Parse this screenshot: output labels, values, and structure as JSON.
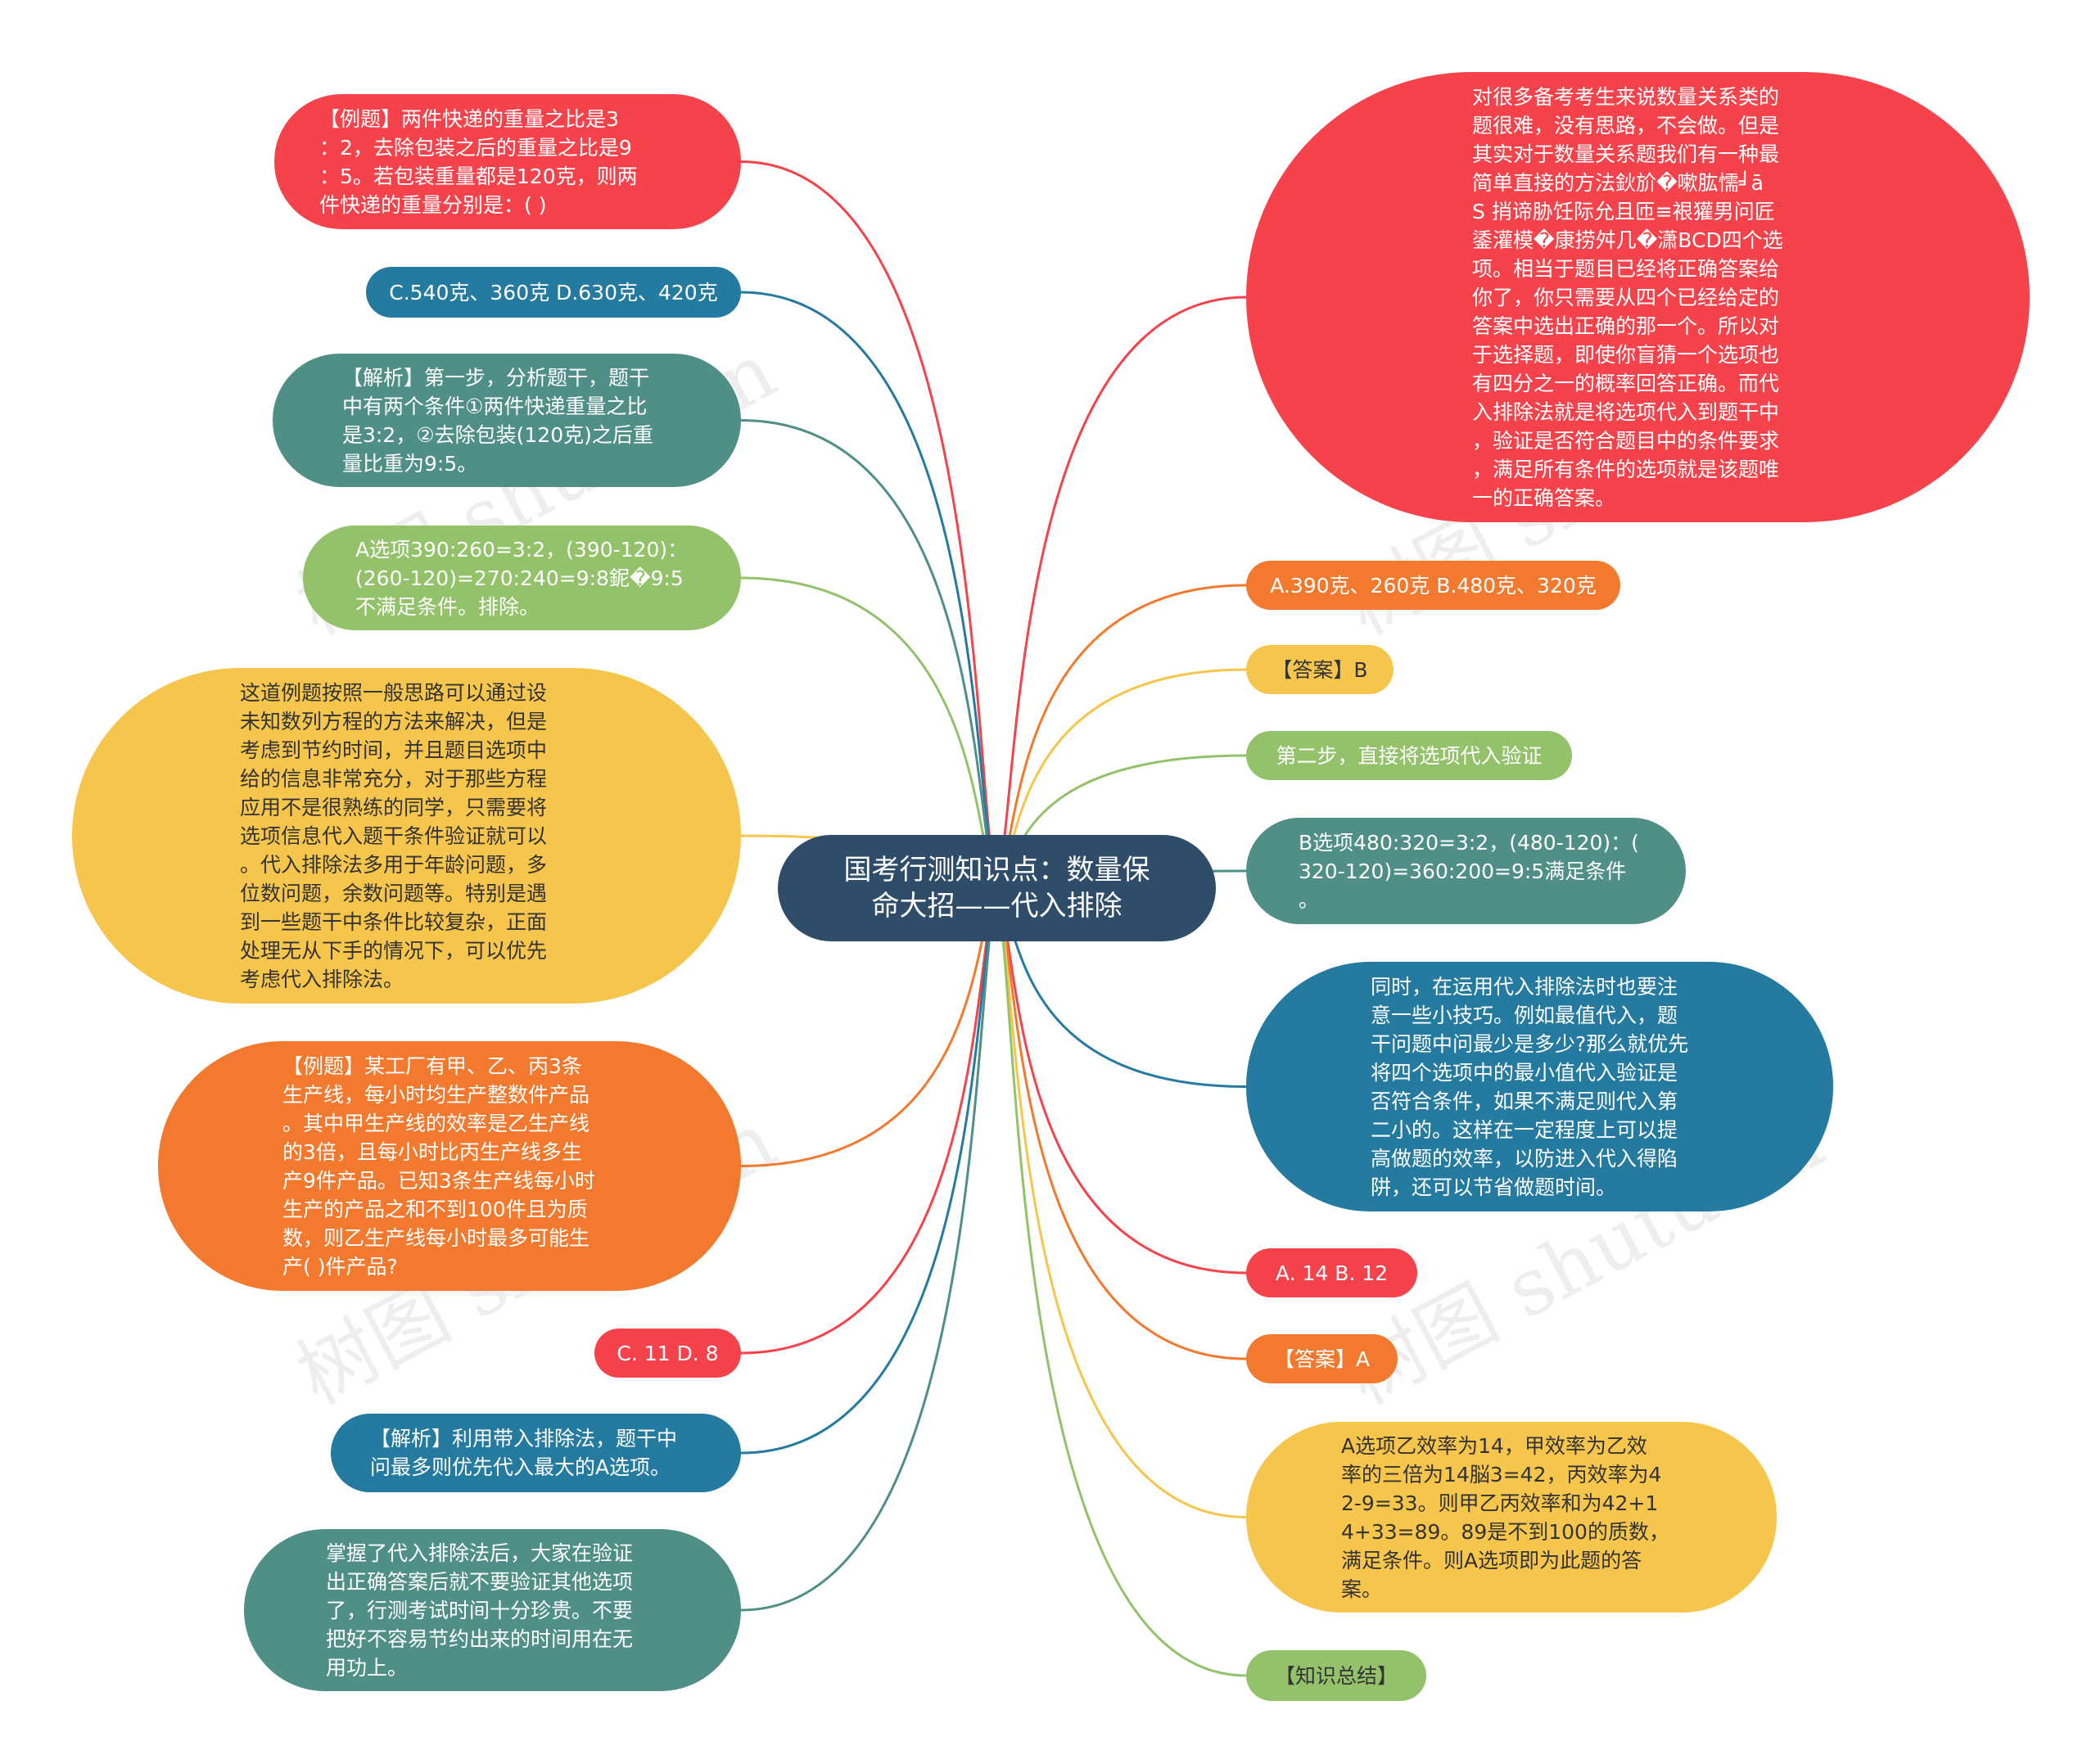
{
  "root": {
    "text": "国考行测知识点：数量保\n命大招——代入排除"
  },
  "colors": {
    "root": "#2f4d69",
    "red": "#f6434b",
    "orange": "#f3792f",
    "yellow": "#f6c54c",
    "lightgreen": "#93c26a",
    "teal": "#4f8f88",
    "blue": "#257a9f"
  },
  "watermark": [
    "树图 shutu.cn",
    "树图 shutu.cn",
    "树图 shutu.cn",
    "树图 shutu.cn"
  ],
  "left_nodes": [
    {
      "id": "l1",
      "color": "red",
      "text": "【例题】两件快递的重量之比是3\n：2，去除包装之后的重量之比是9\n：5。若包装重量都是120克，则两\n件快递的重量分别是：( )"
    },
    {
      "id": "l2",
      "color": "blue",
      "text": "C.540克、360克 D.630克、420克"
    },
    {
      "id": "l3",
      "color": "teal",
      "text": "【解析】第一步，分析题干，题干\n中有两个条件①两件快递重量之比\n是3:2，②去除包装(120克)之后重\n量比重为9:5。"
    },
    {
      "id": "l4",
      "color": "lightgreen",
      "text": "A选项390:260=3:2，(390-120)：\n(260-120)=270:240=9:8鈮�9:5\n不满足条件。排除。"
    },
    {
      "id": "l5",
      "color": "yellow",
      "text": "这道例题按照一般思路可以通过设\n未知数列方程的方法来解决，但是\n考虑到节约时间，并且题目选项中\n给的信息非常充分，对于那些方程\n应用不是很熟练的同学，只需要将\n选项信息代入题干条件验证就可以\n。代入排除法多用于年龄问题，多\n位数问题，余数问题等。特别是遇\n到一些题干中条件比较复杂，正面\n处理无从下手的情况下，可以优先\n考虑代入排除法。"
    },
    {
      "id": "l6",
      "color": "orange",
      "text": "【例题】某工厂有甲、乙、丙3条\n生产线，每小时均生产整数件产品\n。其中甲生产线的效率是乙生产线\n的3倍，且每小时比丙生产线多生\n产9件产品。已知3条生产线每小时\n生产的产品之和不到100件且为质\n数，则乙生产线每小时最多可能生\n产( )件产品?"
    },
    {
      "id": "l7",
      "color": "red",
      "text": "C. 11 D. 8"
    },
    {
      "id": "l8",
      "color": "blue",
      "text": "【解析】利用带入排除法，题干中\n问最多则优先代入最大的A选项。"
    },
    {
      "id": "l9",
      "color": "teal",
      "text": "掌握了代入排除法后，大家在验证\n出正确答案后就不要验证其他选项\n了，行测考试时间十分珍贵。不要\n把好不容易节约出来的时间用在无\n用功上。"
    }
  ],
  "right_nodes": [
    {
      "id": "r1",
      "color": "red",
      "text": "对很多备考考生来说数量关系类的\n题很难，没有思路，不会做。但是\n其实对于数量关系题我们有一种最\n简单直接的方法鈥斺�嗽肱懦╛ā\nS 捎谛胁饪际允且匝≡裉獾男问匠\n鋈灌模�康捞舛几�潇BCD四个选\n项。相当于题目已经将正确答案给\n你了，你只需要从四个已经给定的\n答案中选出正确的那一个。所以对\n于选择题，即使你盲猜一个选项也\n有四分之一的概率回答正确。而代\n入排除法就是将选项代入到题干中\n，验证是否符合题目中的条件要求\n，满足所有条件的选项就是该题唯\n一的正确答案。"
    },
    {
      "id": "r2",
      "color": "orange",
      "text": "A.390克、260克 B.480克、320克"
    },
    {
      "id": "r3",
      "color": "yellow",
      "text": "【答案】B"
    },
    {
      "id": "r4",
      "color": "lightgreen",
      "text": "第二步，直接将选项代入验证"
    },
    {
      "id": "r5",
      "color": "teal",
      "text": "B选项480:320=3:2，(480-120)：(\n320-120)=360:200=9:5满足条件\n。"
    },
    {
      "id": "r6",
      "color": "blue",
      "text": "同时，在运用代入排除法时也要注\n意一些小技巧。例如最值代入，题\n干问题中问最少是多少?那么就优先\n将四个选项中的最小值代入验证是\n否符合条件，如果不满足则代入第\n二小的。这样在一定程度上可以提\n高做题的效率，以防进入代入得陷\n阱，还可以节省做题时间。"
    },
    {
      "id": "r7",
      "color": "red",
      "text": "A. 14 B. 12"
    },
    {
      "id": "r8",
      "color": "orange",
      "text": "【答案】A"
    },
    {
      "id": "r9",
      "color": "yellow",
      "text": "A选项乙效率为14，甲效率为乙效\n率的三倍为14脳3=42，丙效率为4\n2-9=33。则甲乙丙效率和为42+1\n4+33=89。89是不到100的质数，\n满足条件。则A选项即为此题的答\n案。"
    },
    {
      "id": "r10",
      "color": "lightgreen",
      "text": "【知识总结】"
    }
  ]
}
